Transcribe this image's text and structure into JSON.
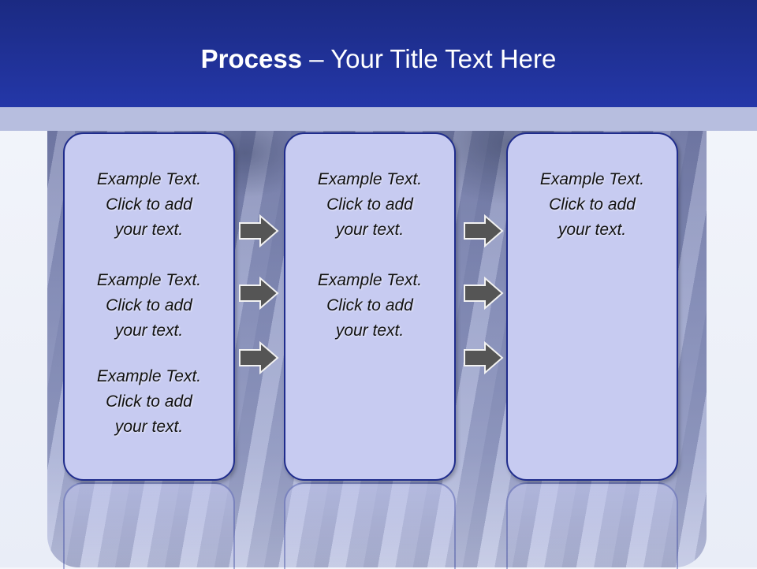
{
  "slide": {
    "title_bold": "Process",
    "title_rest": " – Your Title Text Here"
  },
  "columns": [
    {
      "paragraphs": [
        [
          "Example Text.",
          "Click  to add",
          "your text."
        ],
        [
          "Example Text.",
          "Click  to add",
          "your text."
        ],
        [
          "Example Text.",
          "Click  to add",
          "your text."
        ]
      ]
    },
    {
      "paragraphs": [
        [
          "Example Text.",
          "Click  to add",
          "your text."
        ],
        [
          "Example Text.",
          "Click  to add",
          "your text."
        ]
      ]
    },
    {
      "paragraphs": [
        [
          "Example Text.",
          "Click  to add",
          "your text."
        ]
      ]
    }
  ],
  "colors": {
    "header": "#2437a8",
    "box_fill": "#c7cbf1",
    "box_border": "#1f2c8c",
    "arrow_fill": "#555555"
  },
  "icons": {
    "connector": "right-arrow-icon"
  }
}
